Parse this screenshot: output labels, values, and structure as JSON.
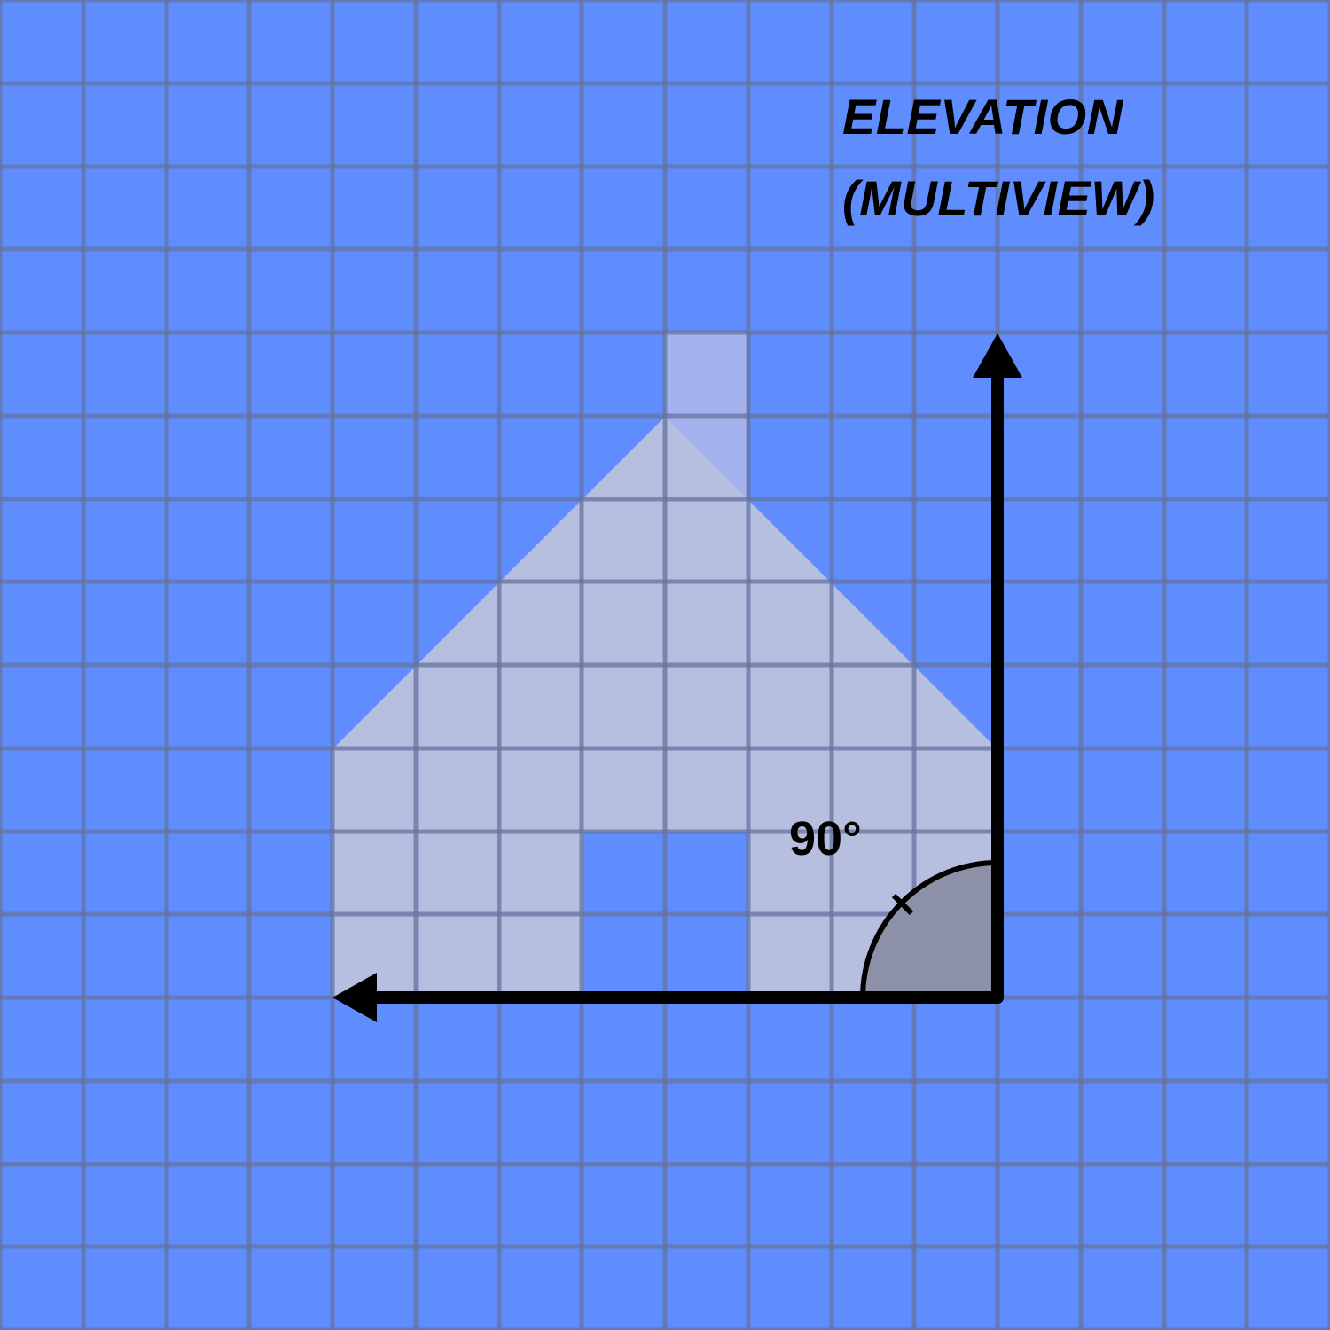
{
  "title": {
    "line1": "ELEVATION",
    "line2": "(MULTIVIEW)"
  },
  "angle": {
    "label": "90°",
    "degrees": 90
  },
  "colors": {
    "background": "#5f8dfe",
    "grid_line": "#65739f",
    "house_fill": "#b6bfe0",
    "chimney_fill": "#a3b2ec",
    "door_fill": "#5f8dfe",
    "angle_fill": "#8c91a8",
    "axis": "#000000"
  }
}
